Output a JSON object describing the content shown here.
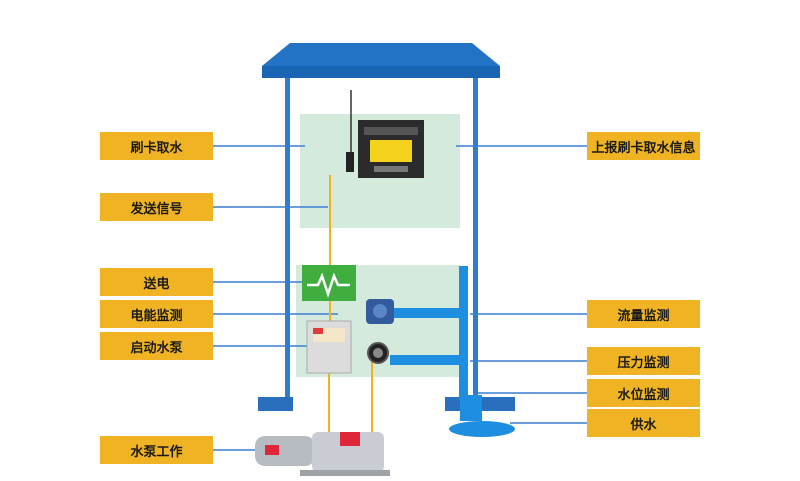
{
  "labels_left": {
    "swipe_card": "刷卡取水",
    "send_signal": "发送信号",
    "power_supply": "送电",
    "energy_monitor": "电能监测",
    "start_pump": "启动水泵",
    "pump_working": "水泵工作"
  },
  "labels_right": {
    "upload_info": "上报刷卡取水信息",
    "flow_monitor": "流量监测",
    "pressure_monitor": "压力监测",
    "level_monitor": "水位监测",
    "water_supply": "供水"
  },
  "colors": {
    "roof": "#1a64b4",
    "pillar": "#2f7dd0",
    "label_bg": "#f0b323",
    "panel_fill": "#cfe8d8",
    "pipe": "#1e8fe0",
    "signal_line": "#f2b21b",
    "connector_line": "#3b7fd4",
    "breaker": "#3fae3f"
  }
}
